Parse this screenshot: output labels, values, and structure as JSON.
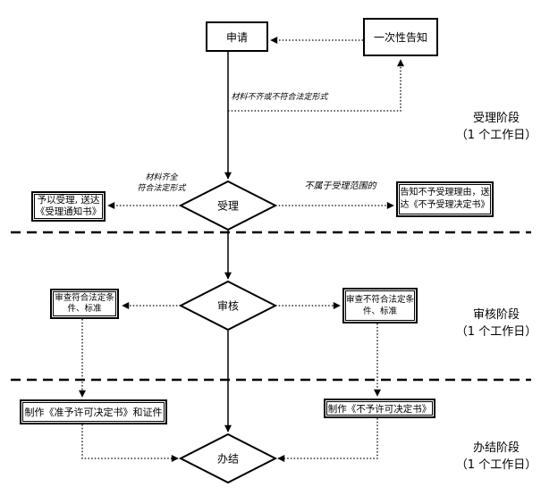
{
  "nodes": {
    "apply": "申请",
    "one_time_notice": "一次性告知",
    "accept": "受理",
    "review": "审核",
    "finish": "办结",
    "accept_notice_line1": "予以受理, 送达",
    "accept_notice_line2": "《受理通知书》",
    "reject_notice_line1": "告知不予受理理由，送",
    "reject_notice_line2": "达《不予受理决定书》",
    "review_pass_line1": "审查符合法定条",
    "review_pass_line2": "件、标准",
    "review_fail_line1": "审查不符合法定条",
    "review_fail_line2": "件、标准",
    "make_permit": "制作《准予许可决定书》和证件",
    "make_denial": "制作《不予许可决定书》"
  },
  "edge_labels": {
    "materials_incomplete": "材料不齐或不符合法定形式",
    "materials_complete_line1": "材料齐全",
    "materials_complete_line2": "符合法定形式",
    "out_of_scope": "不属于受理范围的"
  },
  "stages": {
    "stage1_name": "受理阶段",
    "stage1_duration": "（1 个工作日）",
    "stage2_name": "审核阶段",
    "stage2_duration": "（1 个工作日）",
    "stage3_name": "办结阶段",
    "stage3_duration": "（1 个工作日）"
  },
  "colors": {
    "line": "#000000",
    "background": "#ffffff",
    "box_fill": "#ffffff"
  }
}
